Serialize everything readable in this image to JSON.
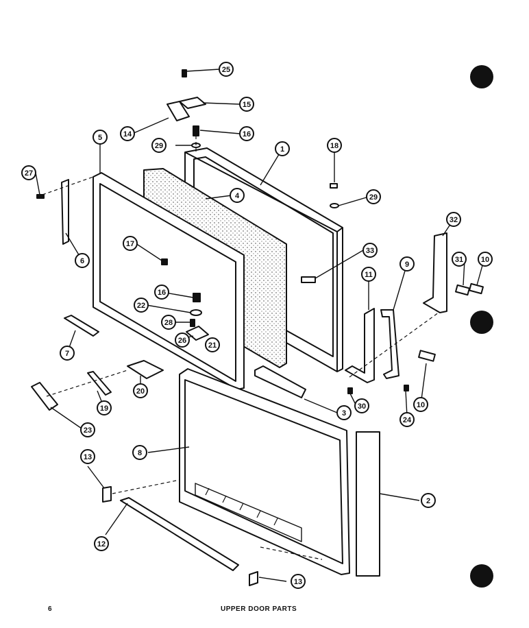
{
  "page_number": "6",
  "title": "UPPER DOOR PARTS",
  "callouts": [
    "25",
    "15",
    "14",
    "16",
    "29",
    "1",
    "18",
    "29",
    "5",
    "27",
    "4",
    "6",
    "17",
    "33",
    "32",
    "11",
    "9",
    "31",
    "10",
    "16",
    "22",
    "28",
    "26",
    "21",
    "7",
    "20",
    "19",
    "23",
    "3",
    "30",
    "24",
    "10",
    "13",
    "8",
    "2",
    "12",
    "13"
  ],
  "colors": {
    "ink": "#111111",
    "paper": "#ffffff"
  }
}
